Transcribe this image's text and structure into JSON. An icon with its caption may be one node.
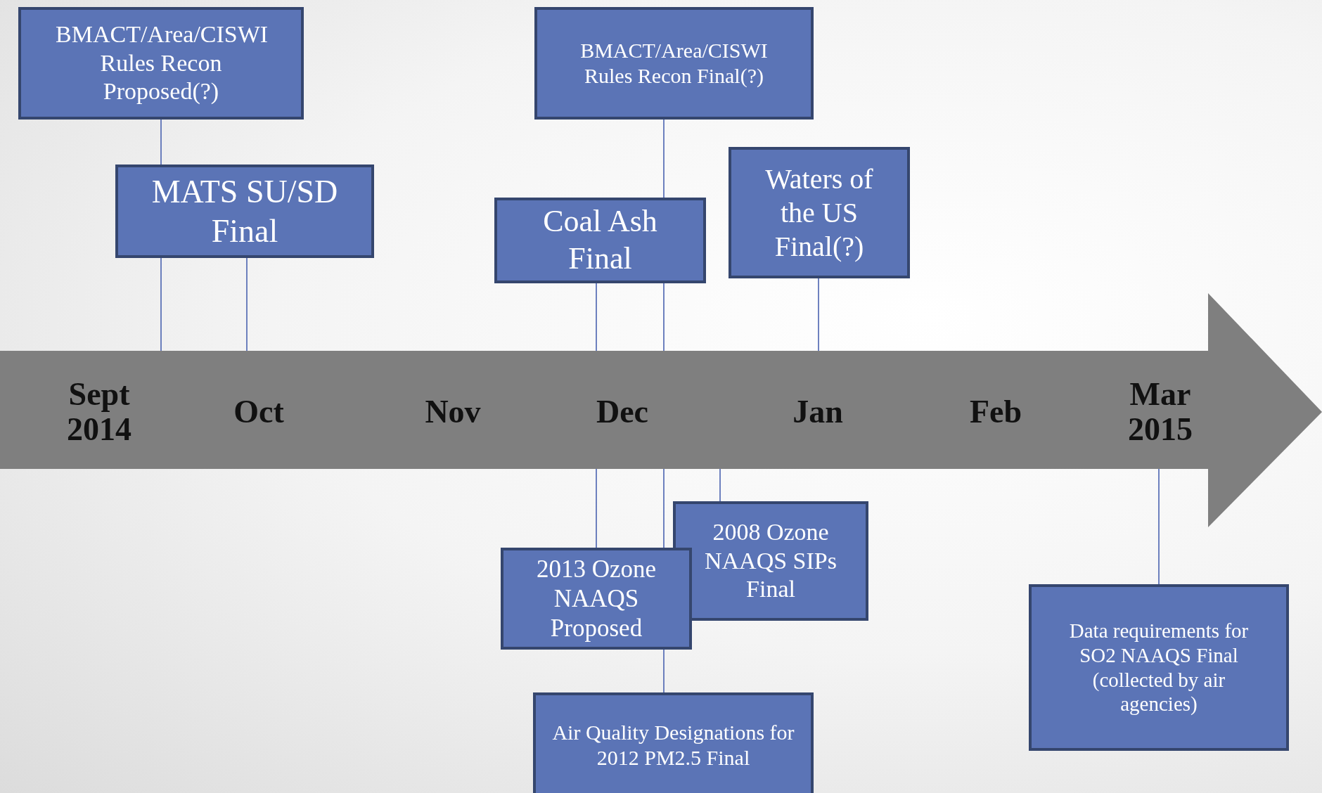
{
  "diagram": {
    "nodes": [
      {
        "text": [
          "BMACT/Area/CISWI Rules Recon Proposed(?)"
        ]
      },
      {
        "text": [
          "BMACT/Area/CISWI Rules Recon Final(?)"
        ]
      },
      {
        "text": [
          "MATS SU/SD Final"
        ]
      },
      {
        "text": [
          "Waters of the US Final(?)"
        ]
      },
      {
        "text": [
          "Coal Ash Final"
        ]
      },
      {
        "text": [],
        "shape": "arrow"
      },
      {
        "text": [
          "2008 Ozone NAAQS SIPs Final"
        ]
      },
      {
        "text": [
          "2013 Ozone NAAQS Proposed"
        ]
      },
      {
        "text": [
          "Data requirements for SO2 NAAQS Final (collected by air agencies)"
        ]
      },
      {
        "text": [
          "Air Quality Designations for 2012 PM2.5 Final"
        ]
      }
    ],
    "edges": [
      {
        "from": 0,
        "to": 5,
        "arrow": "none"
      },
      {
        "from": 1,
        "to": 5,
        "arrow": "none"
      },
      {
        "from": 2,
        "to": 5,
        "arrow": "none"
      },
      {
        "from": 3,
        "to": 5,
        "arrow": "none"
      },
      {
        "from": 4,
        "to": 5,
        "arrow": "none"
      },
      {
        "from": 6,
        "to": 5,
        "arrow": "none"
      },
      {
        "from": 7,
        "to": 5,
        "arrow": "none"
      },
      {
        "from": 8,
        "to": 5,
        "arrow": "none"
      },
      {
        "from": 9,
        "to": 5,
        "arrow": "none"
      }
    ],
    "labels": [
      "Sept 2014",
      "Oct",
      "Nov",
      "Dec",
      "Jan",
      "Feb",
      "Mar 2015"
    ]
  }
}
